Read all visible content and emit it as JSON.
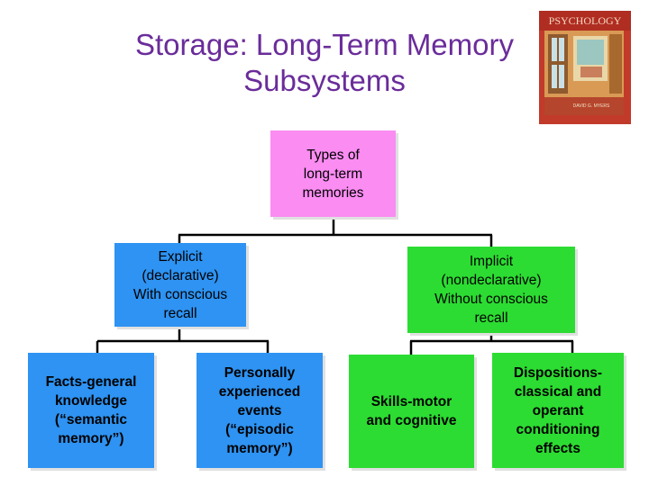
{
  "slide": {
    "title_line1": "Storage: Long-Term Memory",
    "title_line2": "Subsystems"
  },
  "book_cover": {
    "title": "PSYCHOLOGY",
    "author": "DAVID G. MYERS"
  },
  "diagram": {
    "root": {
      "line1": "Types of",
      "line2": "long-term",
      "line3": "memories"
    },
    "explicit": {
      "line1": "Explicit",
      "line2": "(declarative)",
      "line3": "With conscious",
      "line4": "recall"
    },
    "implicit": {
      "line1": "Implicit",
      "line2": "(nondeclarative)",
      "line3": "Without  conscious",
      "line4": "recall"
    },
    "semantic": {
      "line1": "Facts-general",
      "line2": "knowledge",
      "line3": "(“semantic",
      "line4": "memory”)"
    },
    "episodic": {
      "line1": "Personally",
      "line2": "experienced",
      "line3": "events",
      "line4": "(“episodic",
      "line5": "memory”)"
    },
    "skills": {
      "line1": "Skills-motor",
      "line2": "and cognitive"
    },
    "dispositions": {
      "line1": "Dispositions-",
      "line2": "classical and",
      "line3": "operant",
      "line4": "conditioning",
      "line5": "effects"
    }
  },
  "colors": {
    "title": "#6a2c9a",
    "root_box": "#fa8cf2",
    "explicit_branch": "#2e93f2",
    "implicit_branch": "#2cdc32",
    "connector": "#000000"
  }
}
